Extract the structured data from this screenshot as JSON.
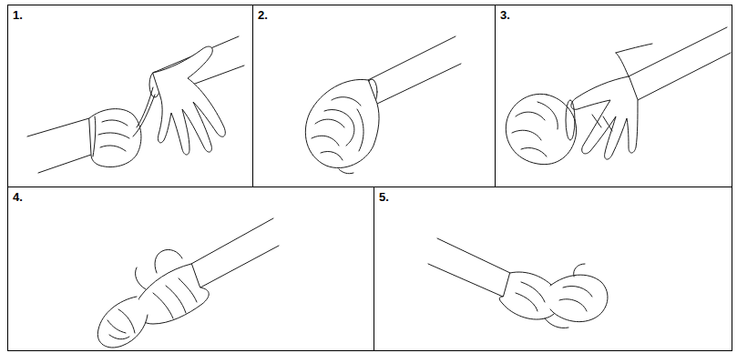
{
  "diagram": {
    "nodes": [
      {
        "text": [
          "1."
        ]
      },
      {
        "text": [
          "2."
        ]
      },
      {
        "text": [
          "3."
        ]
      },
      {
        "text": [
          "4."
        ]
      },
      {
        "text": [
          "5."
        ]
      }
    ]
  }
}
